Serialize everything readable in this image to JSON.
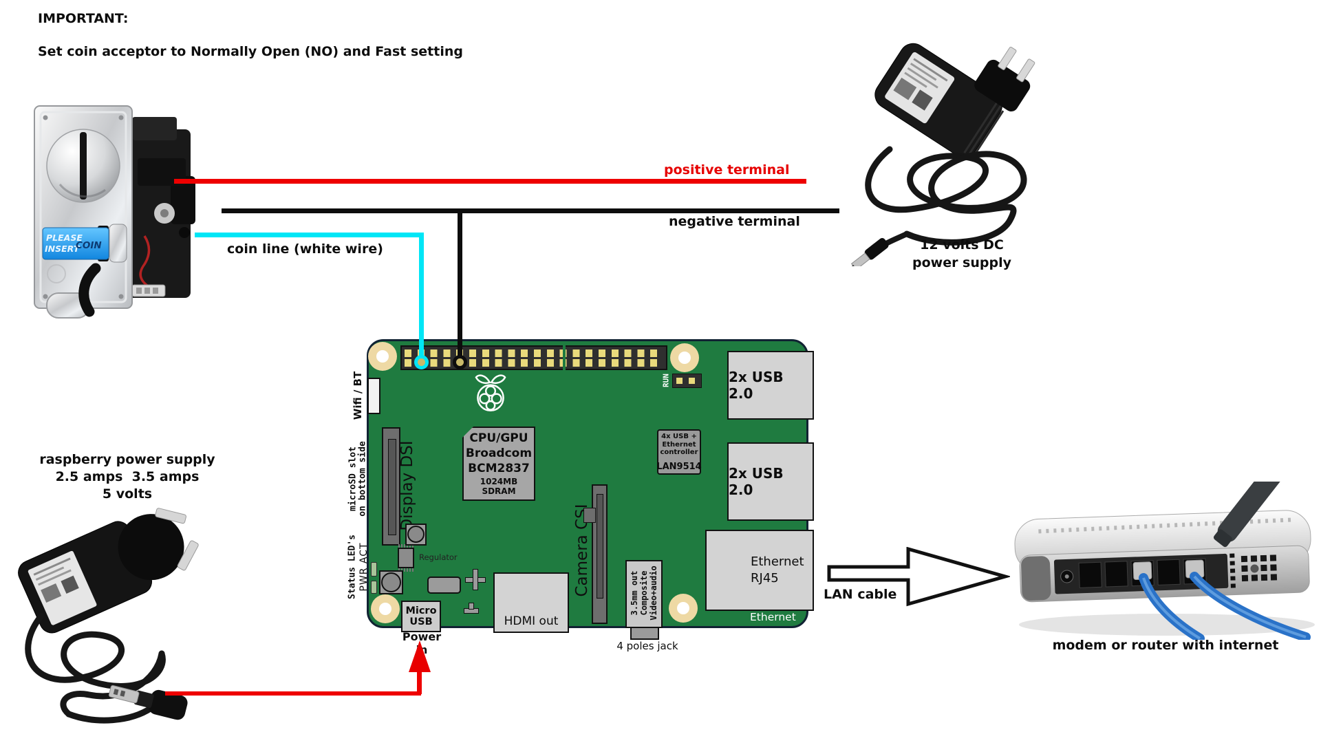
{
  "page": {
    "important": "IMPORTANT:",
    "instruction": "Set coin acceptor to Normally Open (NO) and Fast setting"
  },
  "wires": {
    "positive": "positive terminal",
    "negative": "negative terminal",
    "coin": "coin line (white wire)",
    "positive_color": "#e60000",
    "negative_color": "#0d0d0d",
    "coin_color": "#00e6f6"
  },
  "psu12": {
    "line1": "12 volts DC",
    "line2": "power supply"
  },
  "psu_pi": {
    "line1": "raspberry power supply",
    "line2": "2.5 amps  3.5 amps",
    "line3": "5 volts"
  },
  "coin_acceptor": {
    "plate_line1": "PLEASE",
    "plate_line2": "INSERT",
    "plate_line3": "COIN"
  },
  "board": {
    "color": "#1f7b40",
    "wifi_bt": "Wifi / BT",
    "microsd_line1": "microSD slot",
    "microsd_line2": "on bottom side",
    "display_dsi": "Display DSI",
    "camera_csi": "Camera CSI",
    "cpu_line1": "CPU/GPU",
    "cpu_line2": "Broadcom",
    "cpu_line3": "BCM2837",
    "cpu_line4": "1024MB SDRAM",
    "lan_line1": "4x USB +",
    "lan_line2": "Ethernet",
    "lan_line3": "controller",
    "lan_line4": "LAN9514",
    "usb_top": "2x USB 2.0",
    "usb_bottom": "2x USB 2.0",
    "run": "RUN",
    "status_leds": "Status LED's",
    "pwr_act": "PWR ACT",
    "regulator": "Regulator",
    "micro_usb_line1": "Micro",
    "micro_usb_line2": "USB",
    "power_in": "Power in",
    "hdmi": "HDMI out",
    "av_line1": "3.5mm out",
    "av_line2": "Composite",
    "av_line3": "Video+audio",
    "four_poles": "4 poles jack",
    "rj45_line1": "Ethernet",
    "rj45_line2": "RJ45",
    "ethernet_corner": "Ethernet"
  },
  "lan_cable": {
    "label": "LAN cable"
  },
  "modem": {
    "caption": "modem or router with internet"
  }
}
